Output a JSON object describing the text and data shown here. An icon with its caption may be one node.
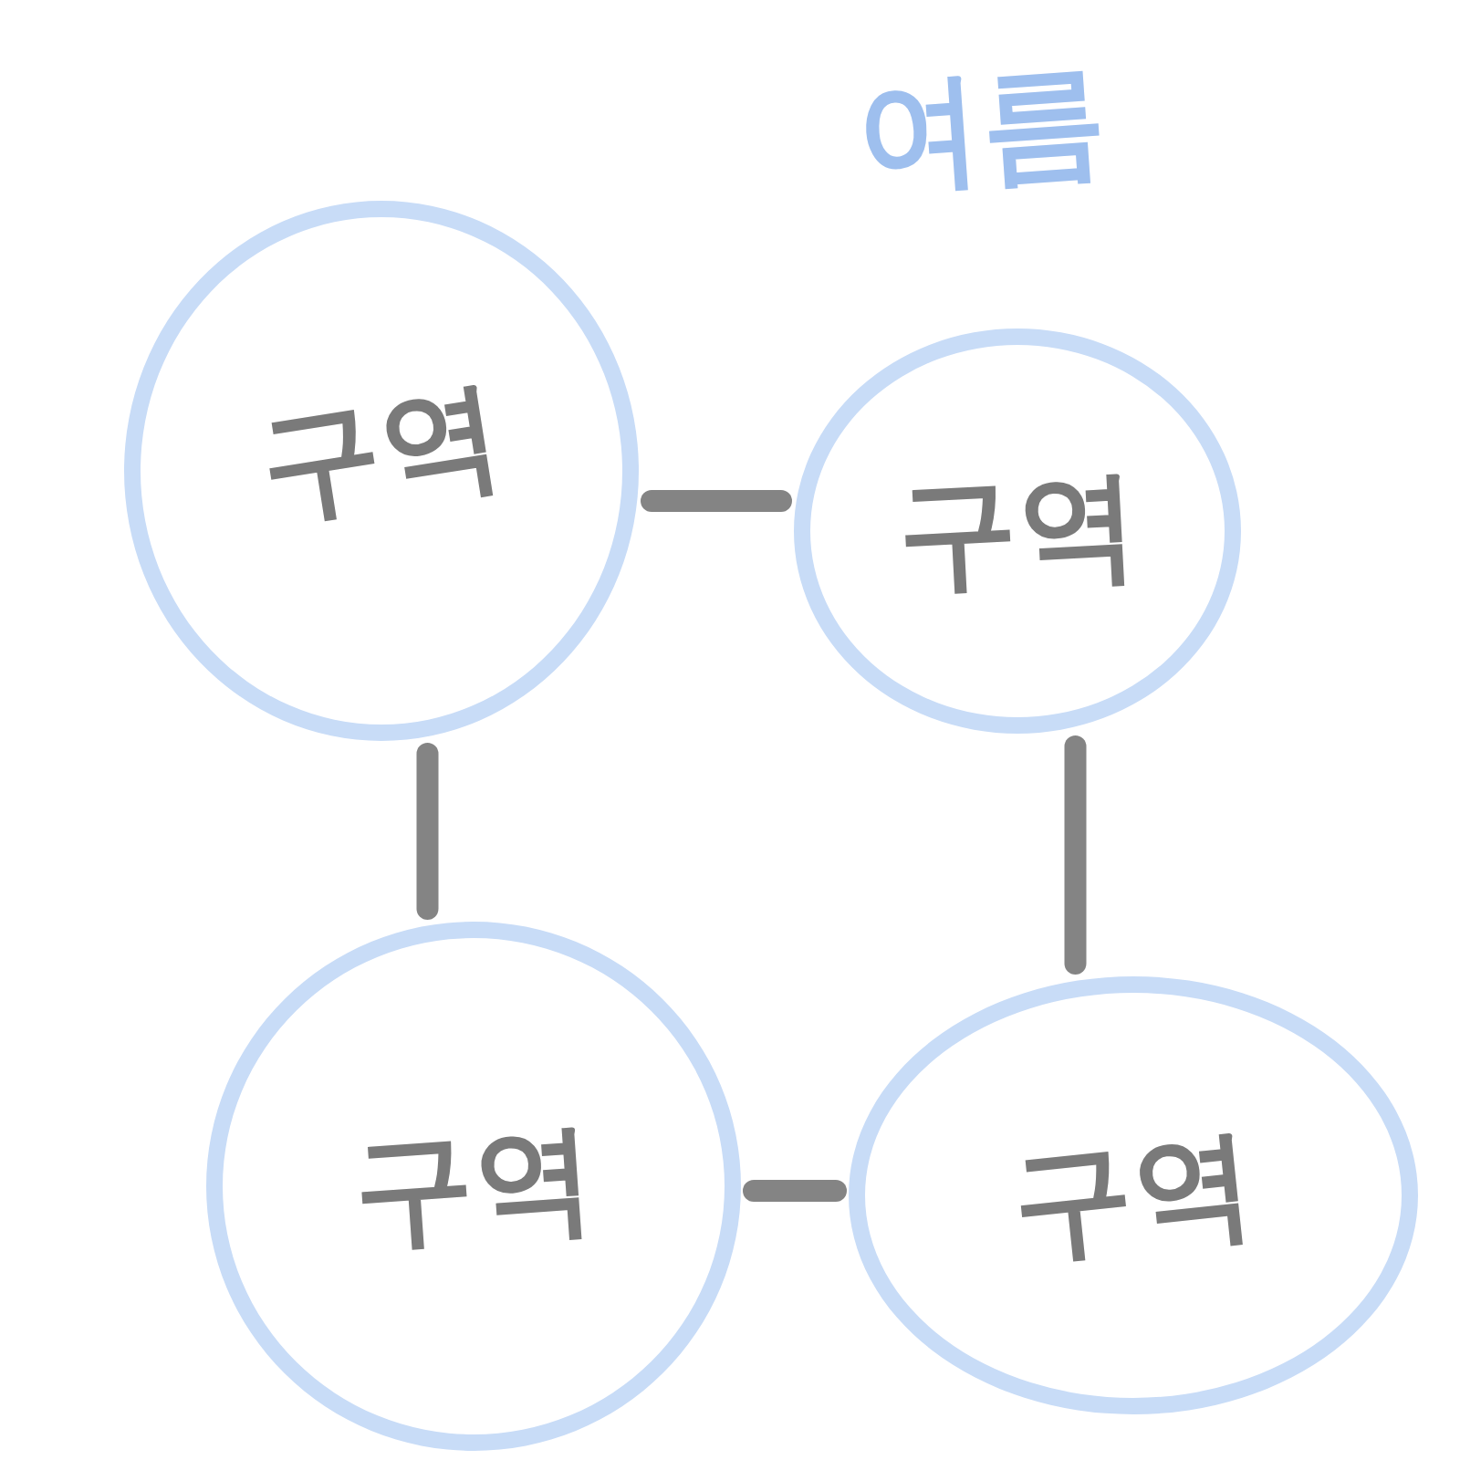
{
  "diagram": {
    "title": "여름",
    "nodes": [
      {
        "text": [
          "구역"
        ]
      },
      {
        "text": [
          "구역"
        ]
      },
      {
        "text": [
          "구역"
        ]
      },
      {
        "text": [
          "구역"
        ]
      }
    ],
    "edges": [
      {
        "from": 0,
        "to": 1,
        "arrow": "none"
      },
      {
        "from": 1,
        "to": 3,
        "arrow": "none"
      },
      {
        "from": 3,
        "to": 2,
        "arrow": "none"
      },
      {
        "from": 2,
        "to": 0,
        "arrow": "none"
      }
    ]
  }
}
